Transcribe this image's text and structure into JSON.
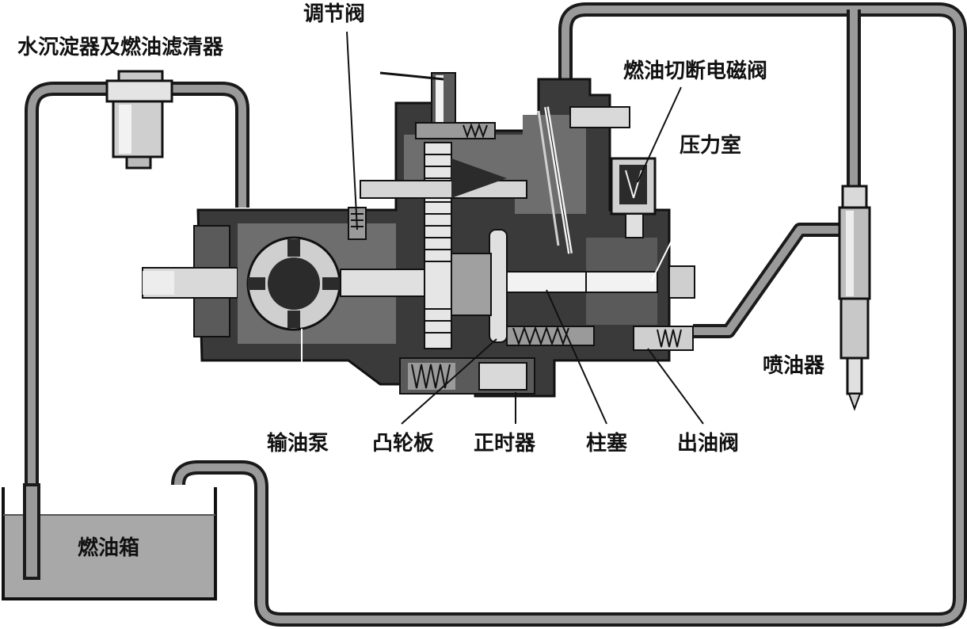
{
  "labels": {
    "filter": "水沉淀器及燃油滤清器",
    "regulator_valve": "调节阀",
    "cutoff_solenoid": "燃油切断电磁阀",
    "pressure_chamber": "压力室",
    "injector": "喷油器",
    "feed_pump": "输油泵",
    "cam_plate": "凸轮板",
    "timer": "正时器",
    "plunger": "柱塞",
    "delivery_valve": "出油阀",
    "fuel_tank": "燃油箱"
  },
  "colors": {
    "pipe_outline": "#1a1a1a",
    "pipe_fill": "#9a9a9a",
    "pump_body_dark": "#3a3a3a",
    "pump_body_mid": "#6e6e6e",
    "fuel_level": "#a8a8a8"
  }
}
